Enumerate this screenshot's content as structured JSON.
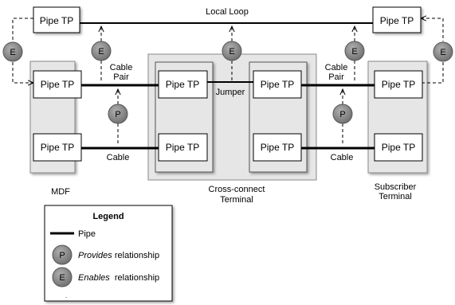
{
  "title": "Local Loop",
  "node_label": "Pipe TP",
  "jumper_label": "Jumper",
  "cable_pair_line1": "Cable",
  "cable_pair_line2": "Pair",
  "cable_label": "Cable",
  "circle_e": "E",
  "circle_p": "P",
  "areas": {
    "mdf": "MDF",
    "cross_connect_line1": "Cross-connect",
    "cross_connect_line2": "Terminal",
    "subscriber_line1": "Subscriber",
    "subscriber_line2": "Terminal"
  },
  "legend": {
    "title": "Legend",
    "pipe": "Pipe",
    "provides_italic": "Provides",
    "provides_rest": " relationship",
    "enables_italic": "Enables",
    "enables_rest": "  relationship",
    "dot": "."
  },
  "colors": {
    "area_fill": "#e6e6e6",
    "circle_fill": "#8a8a8a",
    "border": "#000000"
  }
}
